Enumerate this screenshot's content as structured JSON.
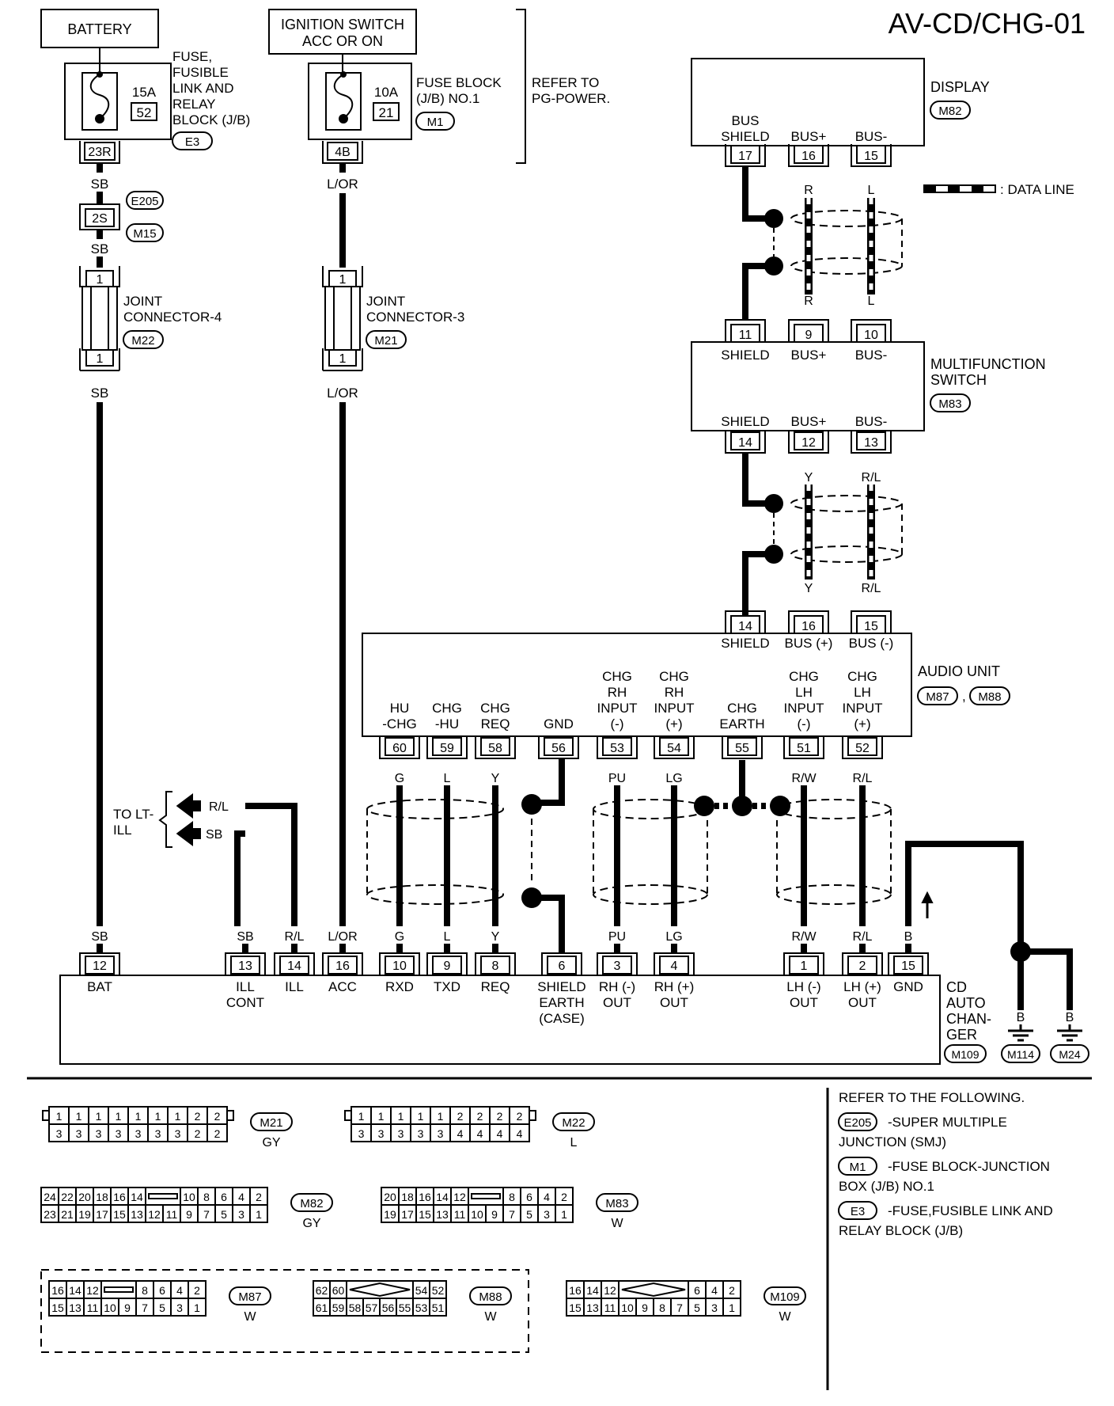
{
  "title": "AV-CD/CHG-01",
  "legend": {
    "data_line": ": DATA LINE"
  },
  "refer_pg": [
    "REFER TO",
    "PG-POWER."
  ],
  "battery": {
    "label": "BATTERY",
    "fuse_amp": "15A",
    "fuse_no": "52",
    "block_lines": [
      "FUSE,",
      "FUSIBLE",
      "LINK AND",
      "RELAY",
      "BLOCK (J/B)"
    ],
    "block_conn": "E3",
    "terminal": "23R",
    "wire": "SB",
    "smj_conn": "E205",
    "smj_terminal": "2S",
    "smj_conn2": "M15",
    "wire2": "SB",
    "jc_top": "1",
    "jc_bottom": "1",
    "jc_lines": [
      "JOINT",
      "CONNECTOR-4"
    ],
    "jc_conn": "M22",
    "wire3": "SB"
  },
  "ignition": {
    "label_lines": [
      "IGNITION SWITCH",
      "ACC OR ON"
    ],
    "fuse_amp": "10A",
    "fuse_no": "21",
    "block_lines": [
      "FUSE BLOCK",
      "(J/B) NO.1"
    ],
    "block_conn": "M1",
    "terminal": "4B",
    "wire": "L/OR",
    "jc_top": "1",
    "jc_bottom": "1",
    "jc_lines": [
      "JOINT",
      "CONNECTOR-3"
    ],
    "jc_conn": "M21",
    "wire2": "L/OR"
  },
  "display": {
    "label": "DISPLAY",
    "conn": "M82",
    "pins": [
      {
        "label_lines": [
          "BUS",
          "SHIELD"
        ],
        "pin": "17"
      },
      {
        "label_lines": [
          "BUS+"
        ],
        "pin": "16",
        "wire": "R"
      },
      {
        "label_lines": [
          "BUS-"
        ],
        "pin": "15",
        "wire": "L"
      }
    ]
  },
  "mfs": {
    "label_lines": [
      "MULTIFUNCTION",
      "SWITCH"
    ],
    "conn": "M83",
    "top_pins": [
      {
        "label": "SHIELD",
        "pin": "11",
        "wire": ""
      },
      {
        "label": "BUS+",
        "pin": "9",
        "wire": "R"
      },
      {
        "label": "BUS-",
        "pin": "10",
        "wire": "L"
      }
    ],
    "bottom_pins": [
      {
        "label": "SHIELD",
        "pin": "14",
        "wire": ""
      },
      {
        "label": "BUS+",
        "pin": "12",
        "wire": "Y"
      },
      {
        "label": "BUS-",
        "pin": "13",
        "wire": "R/L"
      }
    ]
  },
  "audio": {
    "label": "AUDIO UNIT",
    "conn1": "M87",
    "conn2": "M88",
    "conn_sep": ",",
    "top_pins": [
      {
        "label": "SHIELD",
        "pin": "14",
        "wire": ""
      },
      {
        "label": "BUS (+)",
        "pin": "16",
        "wire": "Y"
      },
      {
        "label": "BUS (-)",
        "pin": "15",
        "wire": "R/L"
      }
    ],
    "bottom_pins": [
      {
        "label_lines": [
          "HU",
          "-CHG"
        ],
        "pin": "60",
        "wire": "G"
      },
      {
        "label_lines": [
          "CHG",
          "-HU"
        ],
        "pin": "59",
        "wire": "L"
      },
      {
        "label_lines": [
          "CHG",
          "REQ"
        ],
        "pin": "58",
        "wire": "Y"
      },
      {
        "label_lines": [
          "GND"
        ],
        "pin": "56",
        "wire": ""
      },
      {
        "label_lines": [
          "CHG",
          "RH",
          "INPUT",
          "(-)"
        ],
        "pin": "53",
        "wire": "PU"
      },
      {
        "label_lines": [
          "CHG",
          "RH",
          "INPUT",
          "(+)"
        ],
        "pin": "54",
        "wire": "LG"
      },
      {
        "label_lines": [
          "CHG",
          "EARTH"
        ],
        "pin": "55",
        "wire": ""
      },
      {
        "label_lines": [
          "CHG",
          "LH",
          "INPUT",
          "(-)"
        ],
        "pin": "51",
        "wire": "R/W"
      },
      {
        "label_lines": [
          "CHG",
          "LH",
          "INPUT",
          "(+)"
        ],
        "pin": "52",
        "wire": "R/L"
      }
    ]
  },
  "to_lt_ill": {
    "label_lines": [
      "TO LT-",
      "ILL"
    ],
    "wire1": "R/L",
    "wire2": "SB"
  },
  "changer": {
    "label_lines": [
      "CD",
      "AUTO",
      "CHAN-",
      "GER"
    ],
    "conn": "M109",
    "pins": [
      {
        "wire": "SB",
        "pin": "12",
        "label_lines": [
          "BAT"
        ]
      },
      {
        "wire": "SB",
        "pin": "13",
        "label_lines": [
          "ILL",
          "CONT"
        ]
      },
      {
        "wire": "R/L",
        "pin": "14",
        "label_lines": [
          "ILL"
        ]
      },
      {
        "wire": "L/OR",
        "pin": "16",
        "label_lines": [
          "ACC"
        ]
      },
      {
        "wire": "G",
        "pin": "10",
        "label_lines": [
          "RXD"
        ]
      },
      {
        "wire": "L",
        "pin": "9",
        "label_lines": [
          "TXD"
        ]
      },
      {
        "wire": "Y",
        "pin": "8",
        "label_lines": [
          "REQ"
        ]
      },
      {
        "wire": "",
        "pin": "6",
        "label_lines": [
          "SHIELD",
          "EARTH",
          "(CASE)"
        ]
      },
      {
        "wire": "PU",
        "pin": "3",
        "label_lines": [
          "RH (-)",
          "OUT"
        ]
      },
      {
        "wire": "LG",
        "pin": "4",
        "label_lines": [
          "RH (+)",
          "OUT"
        ]
      },
      {
        "wire": "R/W",
        "pin": "1",
        "label_lines": [
          "LH (-)",
          "OUT"
        ]
      },
      {
        "wire": "R/L",
        "pin": "2",
        "label_lines": [
          "LH (+)",
          "OUT"
        ]
      },
      {
        "wire": "B",
        "pin": "15",
        "label_lines": [
          "GND"
        ]
      }
    ],
    "grounds": [
      {
        "wire": "B",
        "conn": "M114"
      },
      {
        "wire": "B",
        "conn": "M24"
      }
    ]
  },
  "connectors": [
    {
      "id": "M21",
      "color": "GY",
      "top": [
        "1",
        "1",
        "1",
        "1",
        "1",
        "1",
        "1",
        "2",
        "2"
      ],
      "bottom": [
        "3",
        "3",
        "3",
        "3",
        "3",
        "3",
        "3",
        "2",
        "2"
      ]
    },
    {
      "id": "M22",
      "color": "L",
      "top": [
        "1",
        "1",
        "1",
        "1",
        "1",
        "2",
        "2",
        "2",
        "2"
      ],
      "bottom": [
        "3",
        "3",
        "3",
        "3",
        "3",
        "4",
        "4",
        "4",
        "4"
      ]
    },
    {
      "id": "M82",
      "color": "GY",
      "top": [
        "24",
        "22",
        "20",
        "18",
        "16",
        "14",
        "",
        "10",
        "8",
        "6",
        "4",
        "2"
      ],
      "bottom": [
        "23",
        "21",
        "19",
        "17",
        "15",
        "13",
        "12",
        "11",
        "9",
        "7",
        "5",
        "3",
        "1"
      ]
    },
    {
      "id": "M83",
      "color": "W",
      "top": [
        "20",
        "18",
        "16",
        "14",
        "12",
        "",
        "8",
        "6",
        "4",
        "2"
      ],
      "bottom": [
        "19",
        "17",
        "15",
        "13",
        "11",
        "10",
        "9",
        "7",
        "5",
        "3",
        "1"
      ]
    },
    {
      "id": "M87",
      "color": "W",
      "top": [
        "16",
        "14",
        "12",
        "",
        "8",
        "6",
        "4",
        "2"
      ],
      "bottom": [
        "15",
        "13",
        "11",
        "10",
        "9",
        "7",
        "5",
        "3",
        "1"
      ]
    },
    {
      "id": "M88",
      "color": "W",
      "top": [
        "62",
        "60",
        "",
        "54",
        "52"
      ],
      "bottom": [
        "61",
        "59",
        "58",
        "57",
        "56",
        "55",
        "53",
        "51"
      ]
    },
    {
      "id": "M109",
      "color": "W",
      "top": [
        "16",
        "14",
        "12",
        "",
        "6",
        "4",
        "2"
      ],
      "bottom": [
        "15",
        "13",
        "11",
        "10",
        "9",
        "8",
        "7",
        "5",
        "3",
        "1"
      ]
    }
  ],
  "references": {
    "heading": "REFER TO THE FOLLOWING.",
    "items": [
      {
        "conn": "E205",
        "text_lines": [
          "-SUPER MULTIPLE",
          "JUNCTION (SMJ)"
        ]
      },
      {
        "conn": "M1",
        "text_lines": [
          "-FUSE BLOCK-JUNCTION",
          "BOX (J/B) NO.1"
        ]
      },
      {
        "conn": "E3",
        "text_lines": [
          "-FUSE,FUSIBLE LINK AND",
          "RELAY BLOCK (J/B)"
        ]
      }
    ]
  }
}
